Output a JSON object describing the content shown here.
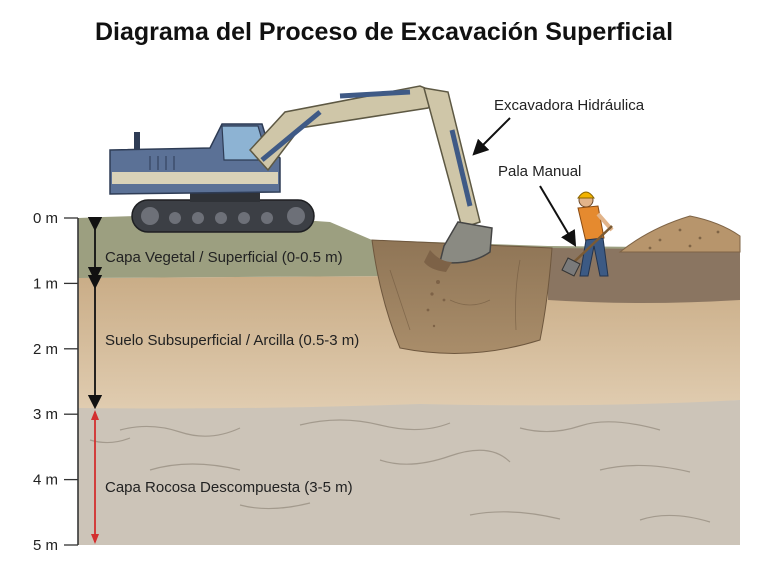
{
  "title": "Diagrama del Proceso de Excavación Superficial",
  "depth_scale": {
    "unit": "m",
    "ticks": [
      "0 m",
      "1 m",
      "2 m",
      "3 m",
      "4 m",
      "5 m"
    ]
  },
  "layers": [
    {
      "label": "Capa Vegetal / Superficial (0-0.5 m)",
      "color": "#9c9f80"
    },
    {
      "label": "Suelo Subsuperficial / Arcilla (0.5-3 m)",
      "color": "#d9c1a0"
    },
    {
      "label": "Capa Rocosa Descompuesta (3-5 m)",
      "color": "#ccc4b8"
    }
  ],
  "callouts": {
    "excavator": "Excavadora Hidráulica",
    "shovel": "Pala Manual"
  },
  "colors": {
    "excavator_body": "#5b7196",
    "excavator_arm": "#cfc6a8",
    "worker_vest": "#e58a2f",
    "rock_arrow": "#d32f2f"
  }
}
